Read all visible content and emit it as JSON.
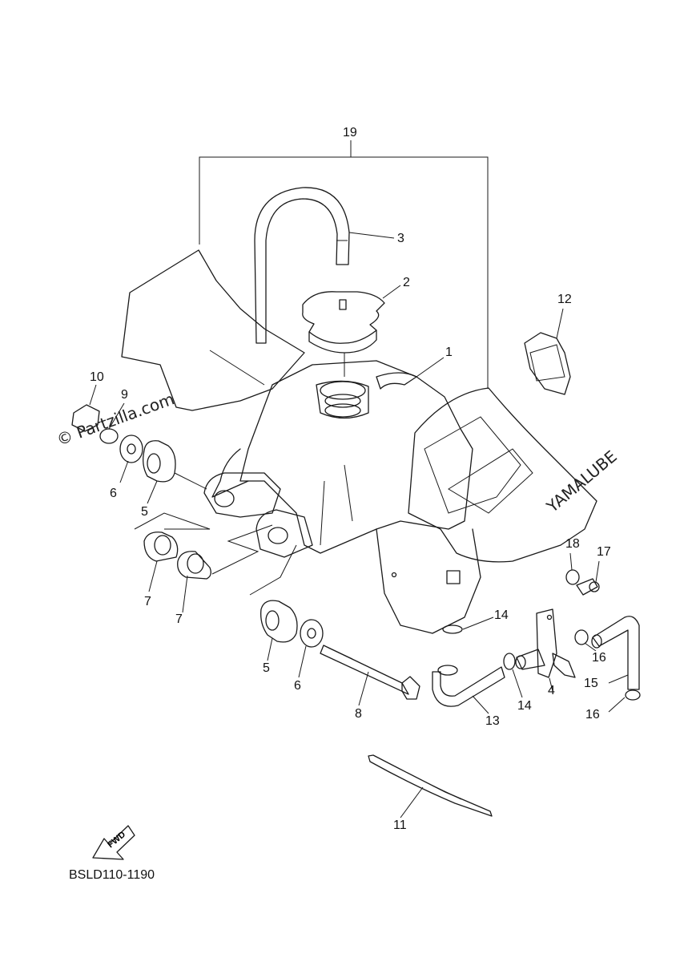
{
  "diagram": {
    "callouts": [
      {
        "id": "19",
        "label": "19"
      },
      {
        "id": "3",
        "label": "3"
      },
      {
        "id": "2",
        "label": "2"
      },
      {
        "id": "1",
        "label": "1"
      },
      {
        "id": "12",
        "label": "12"
      },
      {
        "id": "10",
        "label": "10"
      },
      {
        "id": "9",
        "label": "9"
      },
      {
        "id": "6a",
        "label": "6"
      },
      {
        "id": "5a",
        "label": "5"
      },
      {
        "id": "7a",
        "label": "7"
      },
      {
        "id": "7b",
        "label": "7"
      },
      {
        "id": "5b",
        "label": "5"
      },
      {
        "id": "6b",
        "label": "6"
      },
      {
        "id": "8",
        "label": "8"
      },
      {
        "id": "18",
        "label": "18"
      },
      {
        "id": "17",
        "label": "17"
      },
      {
        "id": "14a",
        "label": "14"
      },
      {
        "id": "14b",
        "label": "14"
      },
      {
        "id": "16a",
        "label": "16"
      },
      {
        "id": "4",
        "label": "4"
      },
      {
        "id": "15",
        "label": "15"
      },
      {
        "id": "13",
        "label": "13"
      },
      {
        "id": "16b",
        "label": "16"
      },
      {
        "id": "11",
        "label": "11"
      }
    ],
    "watermark": "© Partzilla.com",
    "fwd_label": "FWD",
    "decal_brand": "YAMALUBE",
    "diagram_code": "BSLD110-1190"
  }
}
